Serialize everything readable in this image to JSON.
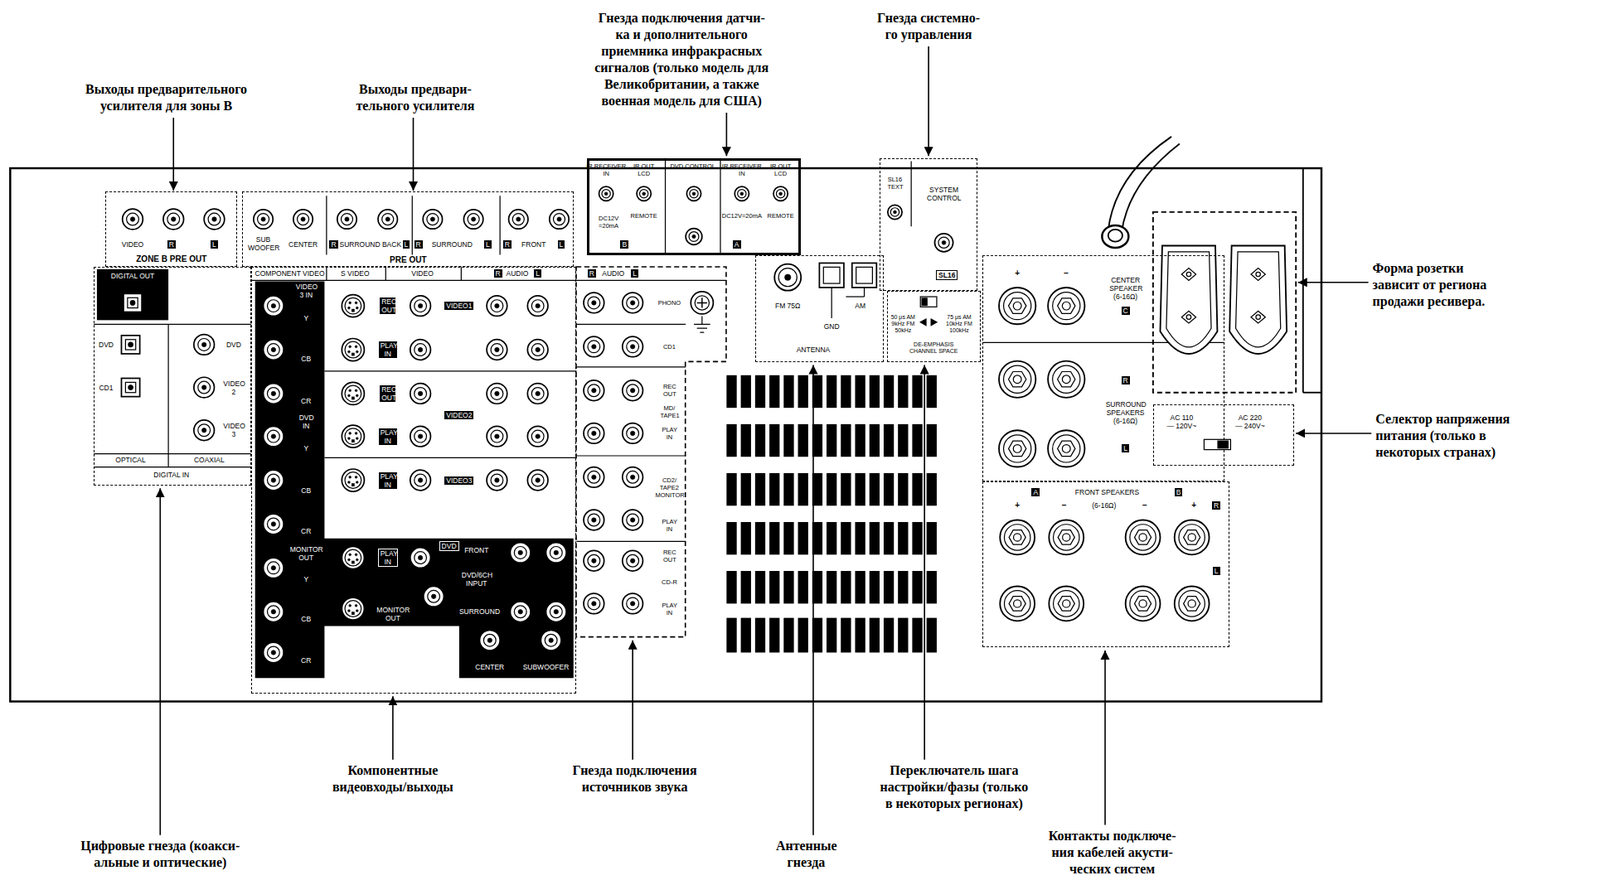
{
  "diagram": {
    "nodes": [
      {
        "text": [
          "VIDEO",
          "R",
          "L",
          "ZONE B PRE OUT"
        ]
      },
      {
        "text": [
          "SUB WOOFER",
          "CENTER",
          "R",
          "SURROUND BACK",
          "L",
          "R",
          "SURROUND",
          "L",
          "R",
          "FRONT",
          "L",
          "PRE OUT"
        ]
      },
      {
        "text": [
          "IR RECEIVER IN",
          "IR OUT LCD",
          "DVD CONTROL",
          "IR RECEIVER IN",
          "IR OUT LCD",
          "DC12V =20mA",
          "REMOTE",
          "DC12V=20mA",
          "REMOTE",
          "B",
          "A"
        ]
      },
      {
        "text": [
          "SL16 TEXT",
          "SYSTEM CONTROL",
          "SL16"
        ]
      },
      {
        "text": [
          "DIGITAL OUT",
          "DVD",
          "CD1",
          "DVD",
          "VIDEO 2",
          "VIDEO 3",
          "OPTICAL",
          "COAXIAL",
          "DIGITAL IN"
        ]
      },
      {
        "text": [
          "COMPONENT VIDEO",
          "S VIDEO",
          "VIDEO",
          "R",
          "AUDIO",
          "L",
          "VIDEO 3 IN",
          "Y",
          "CB",
          "CR",
          "DVD IN",
          "Y",
          "CB",
          "CR",
          "MONITOR OUT",
          "Y",
          "CB",
          "CR",
          "REC OUT",
          "PLAY IN",
          "REC OUT",
          "PLAY IN",
          "PLAY IN",
          "PLAY IN",
          "VIDEO1",
          "VIDEO2",
          "VIDEO3",
          "DVD",
          "MONITOR OUT",
          "FRONT",
          "DVD/6CH INPUT",
          "SURROUND",
          "CENTER",
          "SUBWOOFER"
        ]
      },
      {
        "text": [
          "R",
          "AUDIO",
          "L",
          "PHONO",
          "CD1",
          "REC OUT",
          "MD/ TAPE1",
          "PLAY IN",
          "CD2/ TAPE2 MONITOR",
          "PLAY IN",
          "REC OUT",
          "CD-R",
          "PLAY IN"
        ]
      },
      {
        "text": [
          "FM 75Ω",
          "AM",
          "GND",
          "ANTENNA"
        ]
      },
      {
        "text": [
          "50 μs AM 9kHz FM 50kHz",
          "75 μs AM 10kHz FM 100kHz",
          "DE-EMPHASIS CHANNEL SPACE"
        ]
      },
      {
        "text": [
          "+",
          "−",
          "CENTER SPEAKER (6-16Ω)",
          "C",
          "R",
          "SURROUND SPEAKERS (6-16Ω)",
          "L"
        ]
      },
      {
        "text": [
          "A",
          "FRONT SPEAKERS",
          "B",
          "+",
          "−",
          "(6-16Ω)",
          "−",
          "+",
          "R",
          "L"
        ]
      },
      {
        "text": [
          "AC 110 — 120V~",
          "AC 220 — 240V~"
        ]
      }
    ],
    "labels": [
      "Гнезда подключения датчи- ка и дополнительного приемника инфракрасных сигналов (только модель для Великобритании, а также военная модель для США)",
      "Гнезда системно- го управления",
      "Выходы предварительного усилителя для зоны B",
      "Выходы предвари- тельного усилителя",
      "Форма розетки зависит от региона продажи ресивера.",
      "Селектор напряжения питания (только в некоторых странах)",
      "Компонентные видеовходы/выходы",
      "Гнезда подключения источников звука",
      "Переключатель шага настройки/фазы (только в некоторых регионах)",
      "Цифровые гнезда (коакси- альные и оптические)",
      "Антенные гнезда",
      "Контакты подключе- ния кабелей акусти- ческих систем"
    ]
  }
}
